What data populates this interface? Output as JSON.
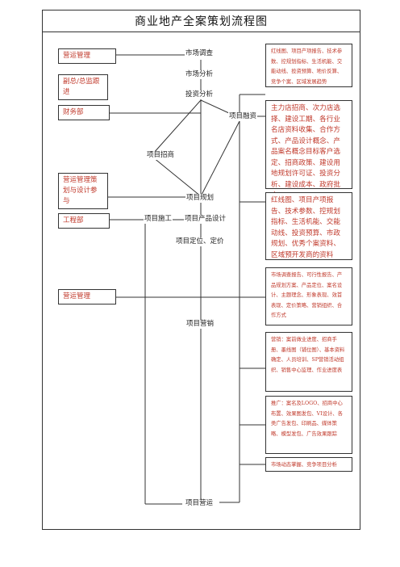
{
  "title": "商业地产全案策划流程图",
  "departments": [
    {
      "label": "营运管理"
    },
    {
      "label": "副总/总监跟进"
    },
    {
      "label": "财务部"
    },
    {
      "label": "营运管理策划与设计参与"
    },
    {
      "label": "工程部"
    },
    {
      "label": "营运管理"
    }
  ],
  "nodes": {
    "market_survey": "市场调查",
    "market_analysis": "市场分析",
    "investment_analysis": "投资分析",
    "project_financing": "项目融资",
    "project_attract": "项目招商",
    "project_planning": "项目规划",
    "project_construction": "项目施工",
    "product_design": "项目产品设计",
    "positioning_pricing": "项目定位、定价",
    "project_marketing": "项目营销",
    "project_operation": "项目营运"
  },
  "notes": [
    "红线图、项目产项报告、技术参数、控规划指标、生活机能、交能动线、投资预算、地价反算、竞争个案、区域发展趋势",
    "主力店招商、次力店选择、建设工期、各行业名店资料收集、合作方式、产品设计概念、产品案名概念目标客户选定、招商政策、建设用地规划许可证、投资分析、建设成本、政府批文",
    "红线图、项目产项报告、技术参数、控规划指标、生活机能、交能动线、投资预算、市政规划、优秀个案资料、区域预开发商的资料",
    "市场调查报告、可行性报告、产品规划方案、产品定位、案名设计、主题理念、形象表现、效首表现、定价策略、营销组织、合作方式",
    "营销：案前做业进度、招商手册、墨线图（铺位图）、基本资料确定、人员培训、SP营销活动组织、销售中心监理、作业进度表",
    "推广：案名及LOGO、招商中心布置、效果图发包、VI设计、各类广告发包、印刷品、媒体策略、模型发包、广告效果跟踪",
    "市场动态掌握、竞争项目分析"
  ]
}
